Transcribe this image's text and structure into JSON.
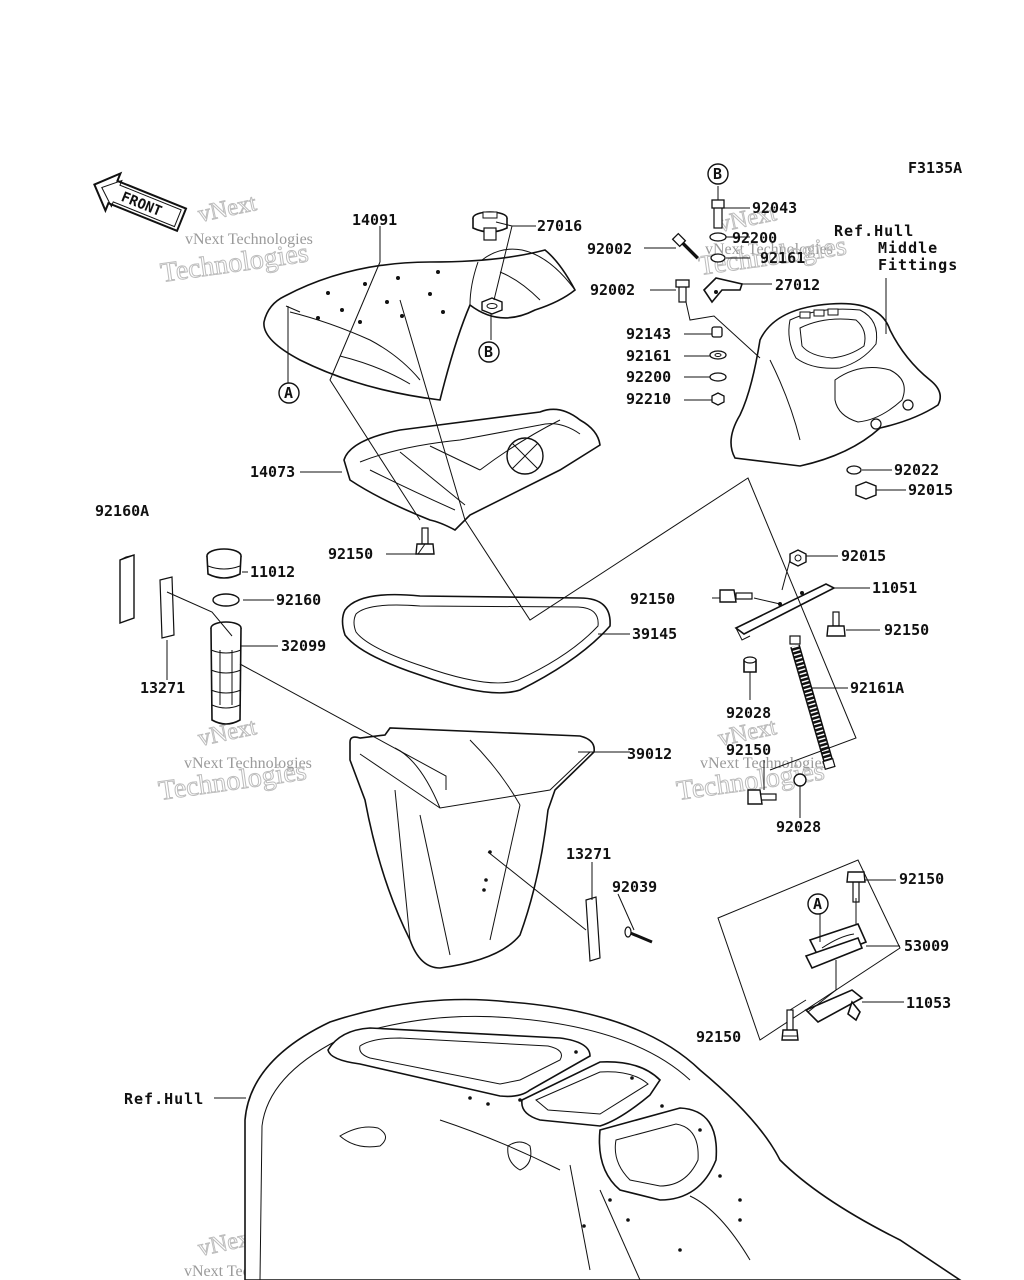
{
  "diagram_code": "F3135A",
  "front_label": "FRONT",
  "watermark": {
    "company": "vNext Technologies",
    "line1": "vNext",
    "line2": "Technologies"
  },
  "callout_letters": {
    "a": "A",
    "b": "B"
  },
  "ref_hull_middle": [
    "Ref.Hull",
    "Middle",
    "Fittings"
  ],
  "ref_hull": "Ref.Hull",
  "labels": {
    "p14091": "14091",
    "p27016": "27016",
    "p14073": "14073",
    "p92150_a": "92150",
    "p92160A": "92160A",
    "p11012": "11012",
    "p92160": "92160",
    "p32099": "32099",
    "p13271_a": "13271",
    "p39145": "39145",
    "p39012": "39012",
    "p13271_b": "13271",
    "p92039": "92039",
    "p92043": "92043",
    "p92200_a": "92200",
    "p92161_a": "92161",
    "p92002_a": "92002",
    "p92002_b": "92002",
    "p27012": "27012",
    "p92143": "92143",
    "p92161_b": "92161",
    "p92200_b": "92200",
    "p92210": "92210",
    "p92022": "92022",
    "p92015_a": "92015",
    "p92015_b": "92015",
    "p11051": "11051",
    "p92150_b": "92150",
    "p92150_c": "92150",
    "p92161A": "92161A",
    "p92028_a": "92028",
    "p92150_d": "92150",
    "p92028_b": "92028",
    "p92150_e": "92150",
    "p53009": "53009",
    "p11053": "11053",
    "p92150_f": "92150"
  }
}
